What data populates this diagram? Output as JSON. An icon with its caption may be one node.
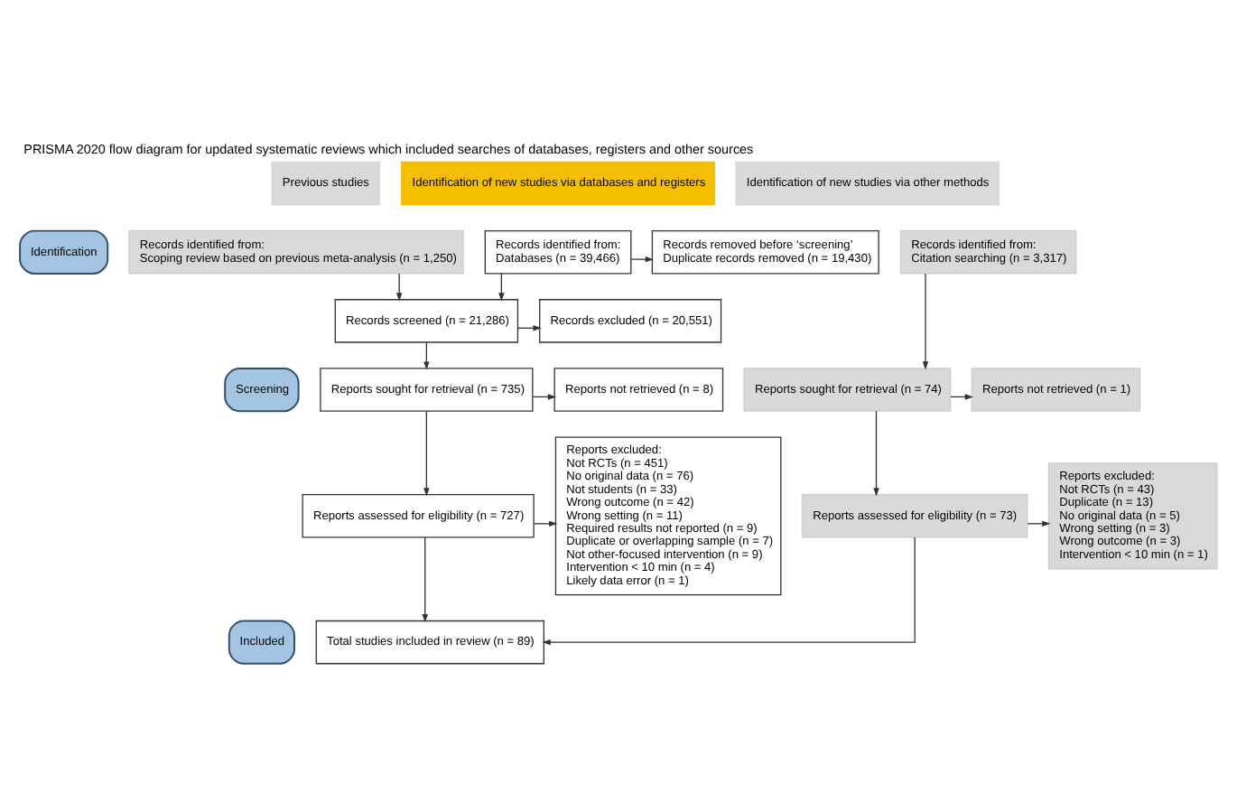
{
  "diagram": {
    "title": "PRISMA 2020 flow diagram for updated systematic reviews which included searches of databases, registers and other sources",
    "nodes": [
      {
        "text": [
          "Previous studies"
        ]
      },
      {
        "text": [
          "Identification of new studies via databases and registers"
        ]
      },
      {
        "text": [
          "Identification of new studies via other methods"
        ]
      },
      {
        "text": [
          "Identification"
        ]
      },
      {
        "text": [
          "Records identified from:",
          "Scoping review based on previous meta-analysis (n = 1,250)"
        ]
      },
      {
        "text": [
          "Records identified from:",
          "Databases (n = 39,466)"
        ]
      },
      {
        "text": [
          "Records removed before ‘screening’",
          "Duplicate records removed (n = 19,430)"
        ]
      },
      {
        "text": [
          "Records identified from:",
          "Citation searching (n = 3,317)"
        ]
      },
      {
        "text": [
          "Screening"
        ]
      },
      {
        "text": [
          "Records screened (n = 21,286)"
        ]
      },
      {
        "text": [
          "Records excluded (n = 20,551)"
        ]
      },
      {
        "text": [
          "Reports sought for retrieval (n = 735)"
        ]
      },
      {
        "text": [
          "Reports not retrieved (n = 8)"
        ]
      },
      {
        "text": [
          "Reports sought for retrieval (n = 74)"
        ]
      },
      {
        "text": [
          "Reports not retrieved (n = 1)"
        ]
      },
      {
        "text": [
          "Reports assessed for eligibility (n = 727)"
        ]
      },
      {
        "text": [
          "Reports excluded:",
          "Not RCTs (n = 451)",
          "No original data (n = 76)",
          "Not students (n = 33)",
          "Wrong outcome (n = 42)",
          "Wrong setting (n = 11)",
          "Required results not reported (n = 9)",
          "Duplicate or overlapping sample (n = 7)",
          "Not other-focused intervention (n = 9)",
          "Intervention < 10 min (n = 4)",
          "Likely data error (n = 1)"
        ]
      },
      {
        "text": [
          "Reports assessed for eligibility (n = 73)"
        ]
      },
      {
        "text": [
          "Reports excluded:",
          "Not RCTs (n = 43)",
          "Duplicate (n = 13)",
          "No original data (n = 5)",
          "Wrong setting (n = 3)",
          "Wrong outcome (n = 3)",
          "Intervention < 10 min (n = 1)"
        ]
      },
      {
        "text": [
          "Included"
        ]
      },
      {
        "text": [
          "Total studies included in review (n = 89)"
        ]
      }
    ],
    "edges": [
      {
        "from": 5,
        "to": 6,
        "arrow": "to"
      },
      {
        "from": 4,
        "to": 9,
        "arrow": "to"
      },
      {
        "from": 5,
        "to": 9,
        "arrow": "to"
      },
      {
        "from": 9,
        "to": 10,
        "arrow": "to"
      },
      {
        "from": 9,
        "to": 11,
        "arrow": "to"
      },
      {
        "from": 11,
        "to": 12,
        "arrow": "to"
      },
      {
        "from": 7,
        "to": 13,
        "arrow": "to"
      },
      {
        "from": 13,
        "to": 14,
        "arrow": "to"
      },
      {
        "from": 11,
        "to": 15,
        "arrow": "to"
      },
      {
        "from": 15,
        "to": 16,
        "arrow": "to"
      },
      {
        "from": 13,
        "to": 17,
        "arrow": "to"
      },
      {
        "from": 17,
        "to": 18,
        "arrow": "to"
      },
      {
        "from": 15,
        "to": 20,
        "arrow": "to"
      },
      {
        "from": 17,
        "to": 20,
        "arrow": "to"
      }
    ]
  }
}
